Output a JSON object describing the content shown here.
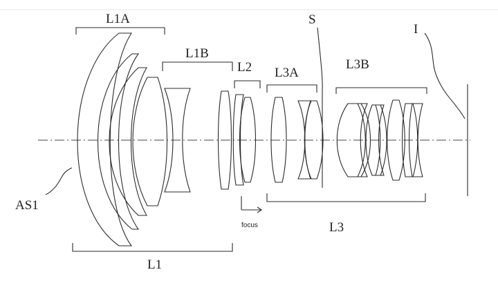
{
  "labels": {
    "l1a": "L1A",
    "l1b": "L1B",
    "l2": "L2",
    "l3a": "L3A",
    "s": "S",
    "l3b": "L3B",
    "i": "I",
    "as1": "AS1",
    "focus": "focus",
    "l3": "L3",
    "l1": "L1"
  }
}
